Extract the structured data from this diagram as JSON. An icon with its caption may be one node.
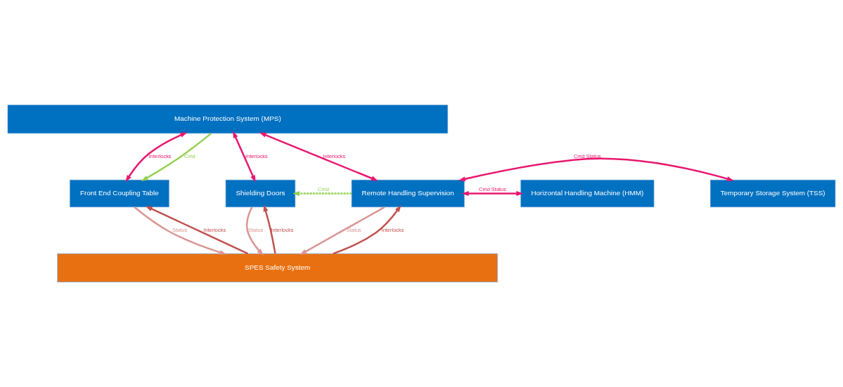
{
  "diagram": {
    "nodes": [
      {
        "text": [
          "Machine Protection System (MPS)"
        ]
      },
      {
        "text": [
          "Front End Coupling Table"
        ]
      },
      {
        "text": [
          "Shielding Doors"
        ]
      },
      {
        "text": [
          "Remote Handling Supervision"
        ]
      },
      {
        "text": [
          "Horizontal Handling Machine (HMM)"
        ]
      },
      {
        "text": [
          "Temporary Storage System (TSS)"
        ]
      },
      {
        "text": [
          "SPES Safety System"
        ]
      }
    ],
    "edges": [
      {
        "from": 0,
        "to": 1,
        "arrow": "both",
        "label": "Interlocks",
        "color": "#e8176f"
      },
      {
        "from": 0,
        "to": 1,
        "arrow": "to",
        "label": "Cmd",
        "color": "#92d050"
      },
      {
        "from": 0,
        "to": 2,
        "arrow": "both",
        "label": "Interlocks",
        "color": "#e8176f"
      },
      {
        "from": 3,
        "to": 2,
        "arrow": "to",
        "label": "Cmd",
        "style": "dashed",
        "color": "#92d050"
      },
      {
        "from": 0,
        "to": 3,
        "arrow": "both",
        "label": "Interlocks",
        "color": "#e8176f"
      },
      {
        "from": 3,
        "to": 4,
        "arrow": "both",
        "label": "Cmd Status",
        "color": "#e8176f"
      },
      {
        "from": 3,
        "to": 5,
        "arrow": "both",
        "label": "Cmd Status",
        "color": "#e8176f"
      },
      {
        "from": 6,
        "to": 1,
        "arrow": "to",
        "label": "Interlocks",
        "color": "#c0504d"
      },
      {
        "from": 1,
        "to": 6,
        "arrow": "to",
        "label": "Status",
        "color": "#d99694"
      },
      {
        "from": 6,
        "to": 2,
        "arrow": "to",
        "label": "Interlocks",
        "color": "#c0504d"
      },
      {
        "from": 2,
        "to": 6,
        "arrow": "to",
        "label": "Status",
        "color": "#d99694"
      },
      {
        "from": 6,
        "to": 3,
        "arrow": "to",
        "label": "Interlocks",
        "color": "#c0504d"
      },
      {
        "from": 3,
        "to": 6,
        "arrow": "to",
        "label": "Status",
        "color": "#d99694"
      }
    ]
  }
}
